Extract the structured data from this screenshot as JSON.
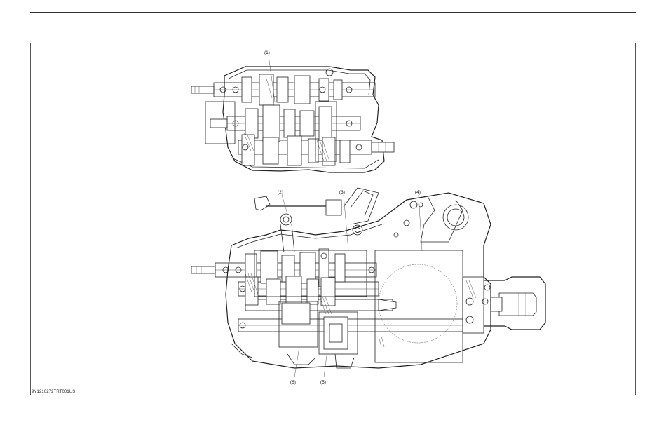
{
  "figure_code": "9Y1210272TRT001US",
  "callouts": {
    "c1": "(1)",
    "c2": "(2)",
    "c3": "(3)",
    "c4": "(4)",
    "c5": "(5)",
    "c6": "(6)"
  }
}
